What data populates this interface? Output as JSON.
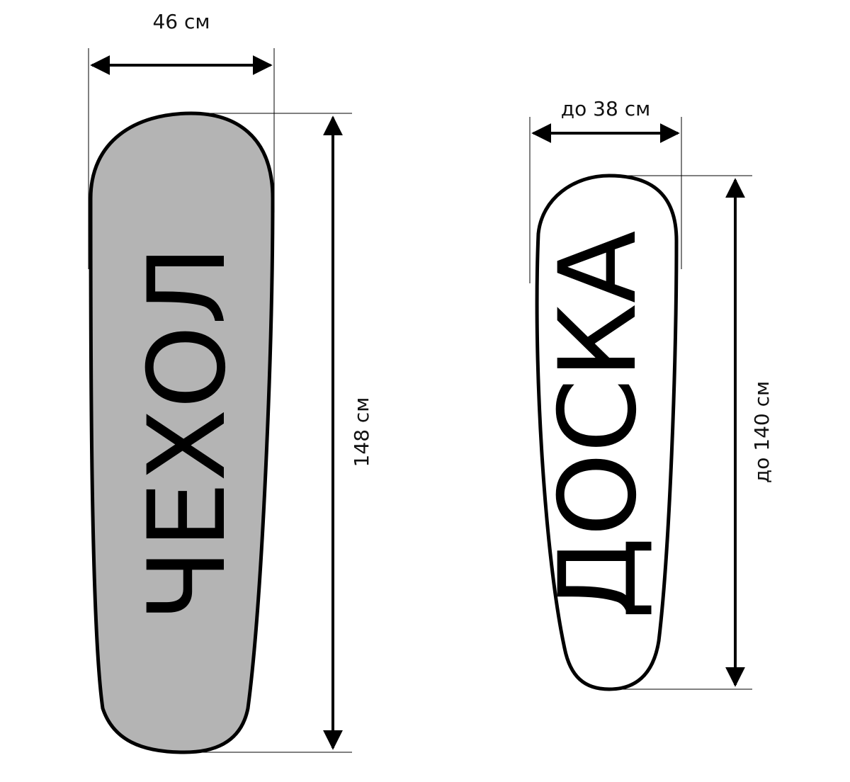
{
  "cover": {
    "label": "ЧЕХОЛ",
    "width": "46 см",
    "length": "148 см",
    "fill_color": "#b4b4b4"
  },
  "board": {
    "label": "ДОСКА",
    "width": "до 38 см",
    "length": "до 140 см",
    "fill_color": "#ffffff"
  }
}
